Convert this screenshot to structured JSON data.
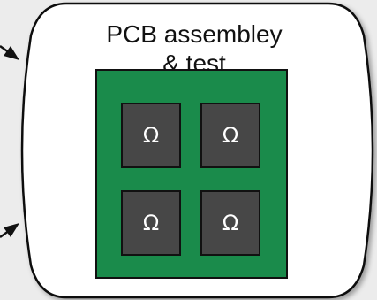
{
  "station": {
    "title_line1": "PCB assembley",
    "title_line2": "& test"
  },
  "board": {
    "color": "#1a8b4b",
    "components": [
      {
        "symbol": "Ω"
      },
      {
        "symbol": "Ω"
      },
      {
        "symbol": "Ω"
      },
      {
        "symbol": "Ω"
      }
    ],
    "component_color": "#474747"
  }
}
